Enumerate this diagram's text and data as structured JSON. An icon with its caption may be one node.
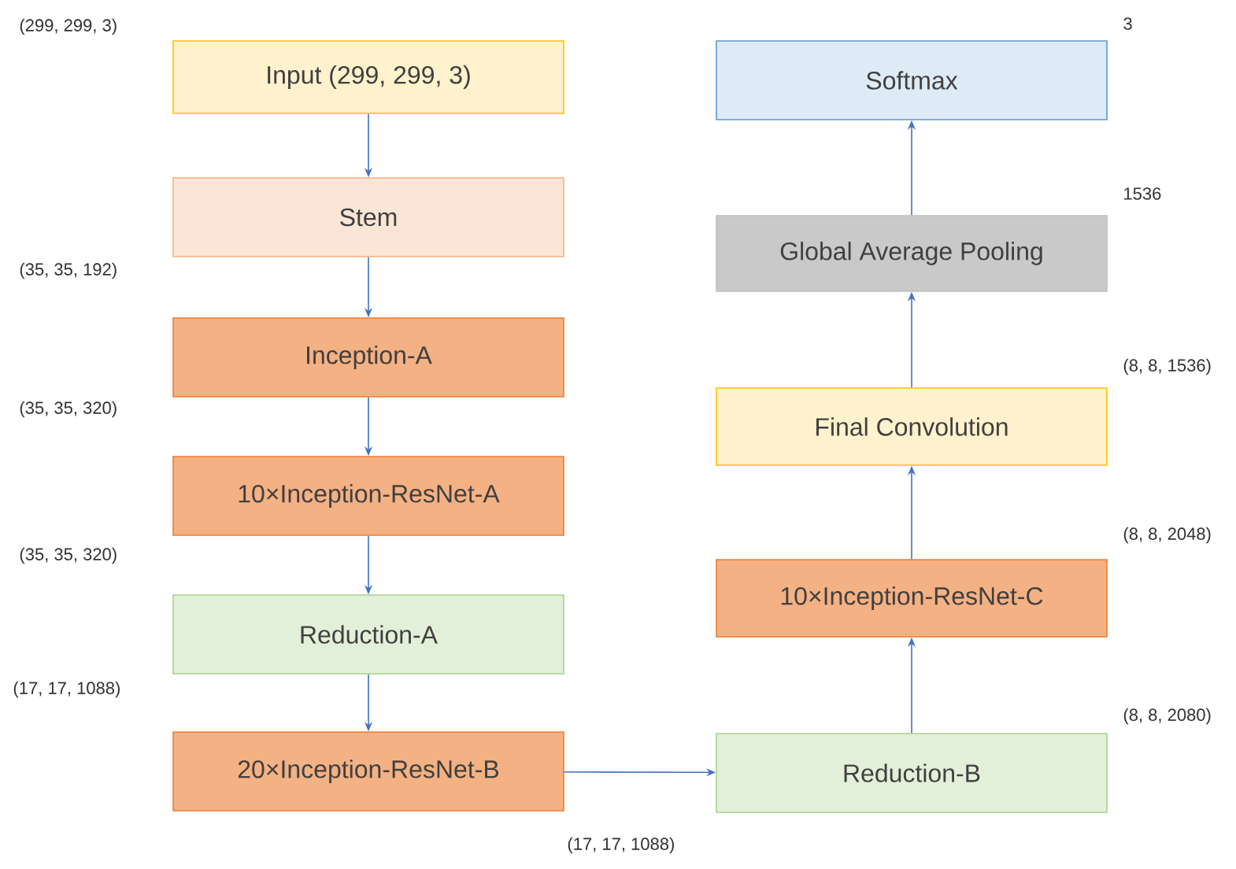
{
  "diagram": {
    "nodes": [
      {
        "text": [
          "Input (299, 299, 3)"
        ]
      },
      {
        "text": [
          "Stem"
        ]
      },
      {
        "text": [
          "Inception-A"
        ]
      },
      {
        "text": [
          "10×Inception-ResNet-A"
        ]
      },
      {
        "text": [
          "Reduction-A"
        ]
      },
      {
        "text": [
          "20×Inception-ResNet-B"
        ]
      },
      {
        "text": [
          "Softmax"
        ]
      },
      {
        "text": [
          "Global Average Pooling"
        ]
      },
      {
        "text": [
          "Final Convolution"
        ]
      },
      {
        "text": [
          "10×Inception-ResNet-C"
        ]
      },
      {
        "text": [
          "Reduction-B"
        ]
      }
    ],
    "edges": [
      {
        "from": 0,
        "to": 1,
        "arrow": "to"
      },
      {
        "from": 1,
        "to": 2,
        "arrow": "to"
      },
      {
        "from": 2,
        "to": 3,
        "arrow": "to"
      },
      {
        "from": 3,
        "to": 4,
        "arrow": "to"
      },
      {
        "from": 4,
        "to": 5,
        "arrow": "to"
      },
      {
        "from": 5,
        "to": 10,
        "arrow": "to"
      },
      {
        "from": 10,
        "to": 9,
        "arrow": "to"
      },
      {
        "from": 9,
        "to": 8,
        "arrow": "to"
      },
      {
        "from": 8,
        "to": 7,
        "arrow": "to"
      },
      {
        "from": 7,
        "to": 6,
        "arrow": "to"
      }
    ],
    "labels": [
      "(299, 299, 3)",
      "3",
      "1536",
      "(35, 35, 192)",
      "(8, 8, 1536)",
      "(35, 35, 320)",
      "(8, 8, 2048)",
      "(35, 35, 320)",
      "(17, 17, 1088)",
      "(8, 8, 2080)",
      "(17, 17, 1088)"
    ]
  }
}
